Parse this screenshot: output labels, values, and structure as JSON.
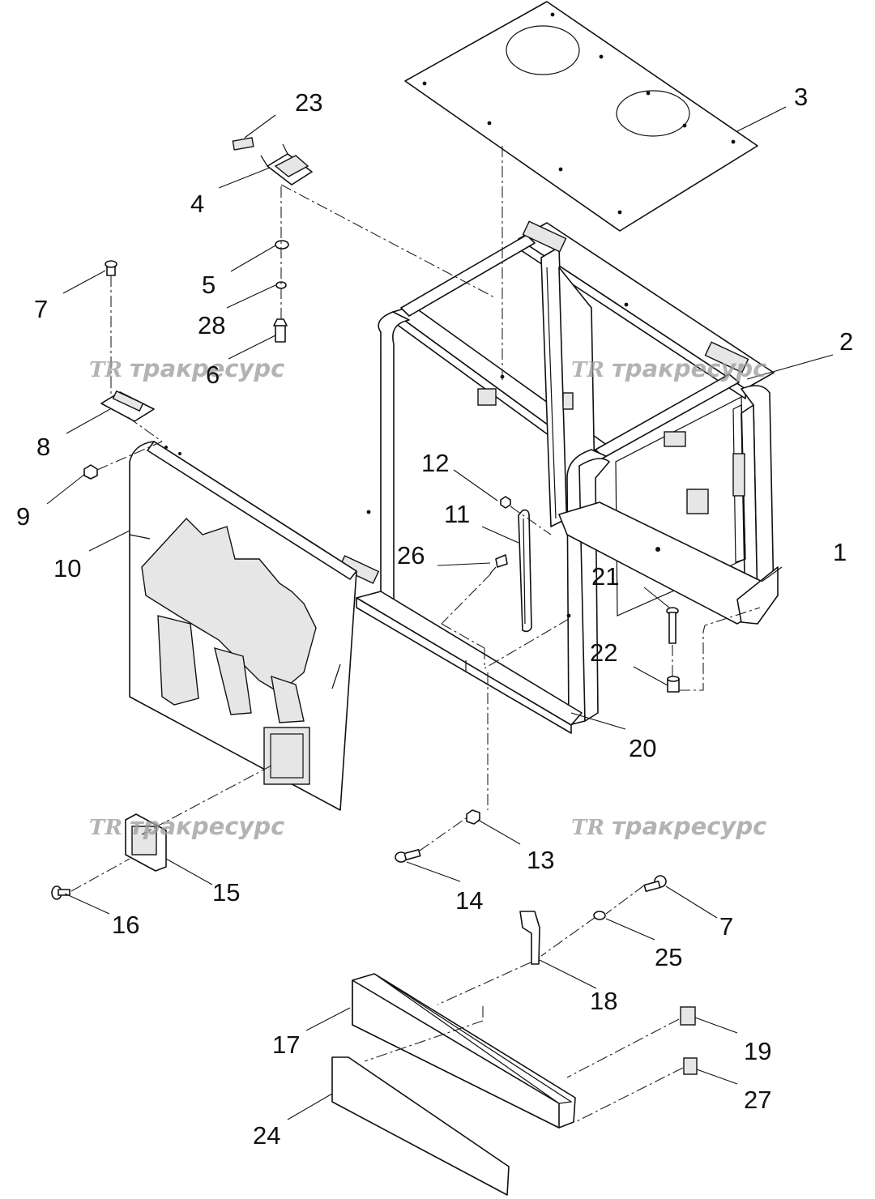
{
  "callouts": [
    "1",
    "2",
    "3",
    "4",
    "5",
    "6",
    "7",
    "8",
    "9",
    "10",
    "11",
    "12",
    "13",
    "14",
    "15",
    "16",
    "7",
    "17",
    "18",
    "19",
    "20",
    "21",
    "22",
    "23",
    "24",
    "25",
    "26",
    "27",
    "28"
  ],
  "watermark": {
    "logo": "TR",
    "text": "тракресурс"
  }
}
